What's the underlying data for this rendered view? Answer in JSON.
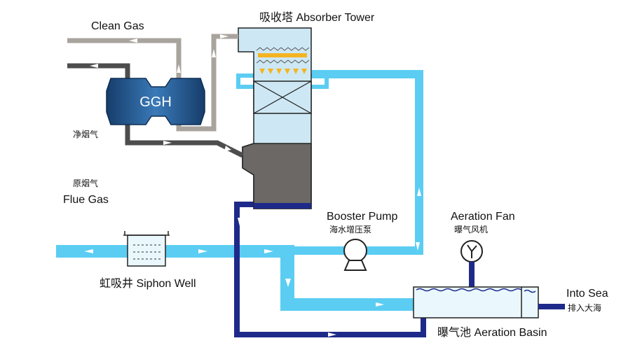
{
  "labels": {
    "clean_gas": "Clean Gas",
    "absorber_tower": "吸收塔 Absorber Tower",
    "ggh": "GGH",
    "clean_flue_cn": "净烟气",
    "raw_flue_cn": "原烟气",
    "flue_gas": "Flue Gas",
    "booster_pump_en": "Booster Pump",
    "booster_pump_cn": "海水增压泵",
    "aeration_fan_en": "Aeration Fan",
    "aeration_fan_cn": "曝气风机",
    "siphon_well": "虹吸井 Siphon Well",
    "into_sea_en": "Into Sea",
    "into_sea_cn": "排入大海",
    "aeration_basin": "曝气池 Aeration Basin"
  },
  "colors": {
    "seawater": "#5bcdf2",
    "dark_water": "#1e2a8a",
    "raw_gas": "#4d4d4d",
    "clean_gas": "#a8a39d",
    "ggh": "#1f4f86",
    "tower_fill": "#cde8f4",
    "tower_bottom": "#6b6866",
    "spray": "#f4b422"
  }
}
